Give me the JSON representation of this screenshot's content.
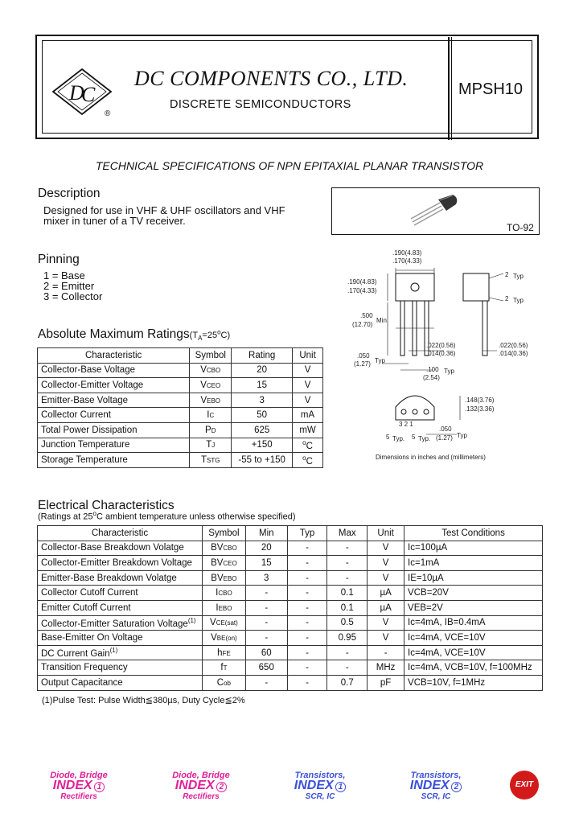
{
  "header": {
    "company": "DC COMPONENTS CO.,  LTD.",
    "division": "DISCRETE SEMICONDUCTORS",
    "part_number": "MPSH10",
    "registered": "®"
  },
  "title": "TECHNICAL SPECIFICATIONS OF NPN EPITAXIAL PLANAR TRANSISTOR",
  "description": {
    "heading": "Description",
    "line1": "Designed for use in VHF & UHF oscillators and VHF",
    "line2": "mixer in tuner of a TV receiver."
  },
  "pinning": {
    "heading": "Pinning",
    "pins": [
      "1 = Base",
      "2 = Emitter",
      "3 = Collector"
    ]
  },
  "package": {
    "name": "TO-92",
    "dims_note": "Dimensions in inches and (millimeters)",
    "dims": {
      "d1": ".190(4.83)",
      "d2": ".170(4.33)",
      "d3": ".190(4.83)",
      "d4": ".170(4.33)",
      "d5": ".500",
      "d6": "(12.70)",
      "d6b": "Min",
      "d7": ".022(0.56)",
      "d8": ".014(0.36)",
      "d9": ".022(0.56)",
      "d10": ".014(0.36)",
      "d11": ".050",
      "d12": "(1.27)",
      "d12b": "Typ",
      "d13": ".100",
      "d14": "(2.54)",
      "d14b": "Typ",
      "d15": ".148(3.76)",
      "d16": ".132(3.36)",
      "d17": ".050",
      "d18": "(1.27)",
      "d18b": "Typ",
      "a1": "2",
      "a1b": "Typ",
      "a2": "2",
      "a2b": "Typ",
      "a3": "5",
      "a3b": "Typ.",
      "a4": "5",
      "a4b": "Typ.",
      "pins_label": "3  2  1"
    }
  },
  "abs_max": {
    "heading": "Absolute Maximum Ratings",
    "cond": "(TA=25°C)",
    "cond_pre": "(T",
    "cond_sub": "A",
    "cond_post": "=25",
    "cond_deg": "o",
    "cond_end": "C)",
    "columns": [
      "Characteristic",
      "Symbol",
      "Rating",
      "Unit"
    ],
    "rows": [
      {
        "char": "Collector-Base Voltage",
        "sym": "V",
        "sym_sub": "CBO",
        "rating": "20",
        "unit": "V"
      },
      {
        "char": "Collector-Emitter Voltage",
        "sym": "V",
        "sym_sub": "CEO",
        "rating": "15",
        "unit": "V"
      },
      {
        "char": "Emitter-Base Voltage",
        "sym": "V",
        "sym_sub": "EBO",
        "rating": "3",
        "unit": "V"
      },
      {
        "char": "Collector Current",
        "sym": "I",
        "sym_sub": "C",
        "rating": "50",
        "unit": "mA"
      },
      {
        "char": "Total Power Dissipation",
        "sym": "P",
        "sym_sub": "D",
        "rating": "625",
        "unit": "mW"
      },
      {
        "char": "Junction Temperature",
        "sym": "T",
        "sym_sub": "J",
        "rating": "+150",
        "unit": "C",
        "unit_deg": "o"
      },
      {
        "char": "Storage Temperature",
        "sym": "T",
        "sym_sub": "STG",
        "rating": "-55 to +150",
        "unit": "C",
        "unit_deg": "o"
      }
    ]
  },
  "elec": {
    "heading": "Electrical Characteristics",
    "subheading": "(Ratings at 25°C ambient temperature unless otherwise specified)",
    "sub_pre": "(Ratings at 25",
    "sub_deg": "o",
    "sub_post": "C ambient temperature unless otherwise specified)",
    "columns": [
      "Characteristic",
      "Symbol",
      "Min",
      "Typ",
      "Max",
      "Unit",
      "Test Conditions"
    ],
    "rows": [
      {
        "char": "Collector-Base Breakdown Volatge",
        "sym": "BV",
        "sym_sub": "CBO",
        "min": "20",
        "typ": "-",
        "max": "-",
        "unit": "V",
        "test": "Ic=100µA"
      },
      {
        "char": "Collector-Emitter Breakdown Voltage",
        "sym": "BV",
        "sym_sub": "CEO",
        "min": "15",
        "typ": "-",
        "max": "-",
        "unit": "V",
        "test": "Ic=1mA"
      },
      {
        "char": "Emitter-Base Breakdown Volatge",
        "sym": "BV",
        "sym_sub": "EBO",
        "min": "3",
        "typ": "-",
        "max": "-",
        "unit": "V",
        "test": "IE=10µA"
      },
      {
        "char": "Collector Cutoff Current",
        "sym": "I",
        "sym_sub": "CBO",
        "min": "-",
        "typ": "-",
        "max": "0.1",
        "unit": "µA",
        "test": "VCB=20V"
      },
      {
        "char": "Emitter Cutoff Current",
        "sym": "I",
        "sym_sub": "EBO",
        "min": "-",
        "typ": "-",
        "max": "0.1",
        "unit": "µA",
        "test": "VEB=2V"
      },
      {
        "char": "Collector-Emitter Saturation Voltage",
        "sup": "(1)",
        "sym": "V",
        "sym_sub": "CE(sat)",
        "min": "-",
        "typ": "-",
        "max": "0.5",
        "unit": "V",
        "test": "Ic=4mA, IB=0.4mA"
      },
      {
        "char": "Base-Emitter On Voltage",
        "sym": "V",
        "sym_sub": "BE(on)",
        "min": "-",
        "typ": "-",
        "max": "0.95",
        "unit": "V",
        "test": "Ic=4mA, VCE=10V"
      },
      {
        "char": "DC Current Gain",
        "sup": "(1)",
        "sym": "h",
        "sym_sub": "FE",
        "min": "60",
        "typ": "-",
        "max": "-",
        "unit": "-",
        "test": "Ic=4mA, VCE=10V"
      },
      {
        "char": "Transition Frequency",
        "sym": "f",
        "sym_sub": "T",
        "min": "650",
        "typ": "-",
        "max": "-",
        "unit": "MHz",
        "test": "Ic=4mA, VCB=10V, f=100MHz"
      },
      {
        "char": "Output Capacitance",
        "sym": "C",
        "sym_sub": "ob",
        "min": "-",
        "typ": "-",
        "max": "0.7",
        "unit": "pF",
        "test": "VCB=10V, f=1MHz"
      }
    ],
    "footnote": "(1)Pulse Test: Pulse Width≦380µs, Duty Cycle≦2%"
  },
  "footer": {
    "links": [
      {
        "top": "Diode, Bridge",
        "mid": "INDEX",
        "num": "1",
        "bot": "Rectifiers"
      },
      {
        "top": "Diode, Bridge",
        "mid": "INDEX",
        "num": "2",
        "bot": "Rectifiers"
      },
      {
        "top": "Transistors,",
        "mid": "INDEX",
        "num": "1",
        "bot": "SCR, IC"
      },
      {
        "top": "Transistors,",
        "mid": "INDEX",
        "num": "2",
        "bot": "SCR, IC"
      }
    ],
    "exit": "EXIT"
  },
  "colors": {
    "index_pink": "#e0209a",
    "index_blue": "#3a4fd8",
    "exit_red": "#d21a1a"
  }
}
